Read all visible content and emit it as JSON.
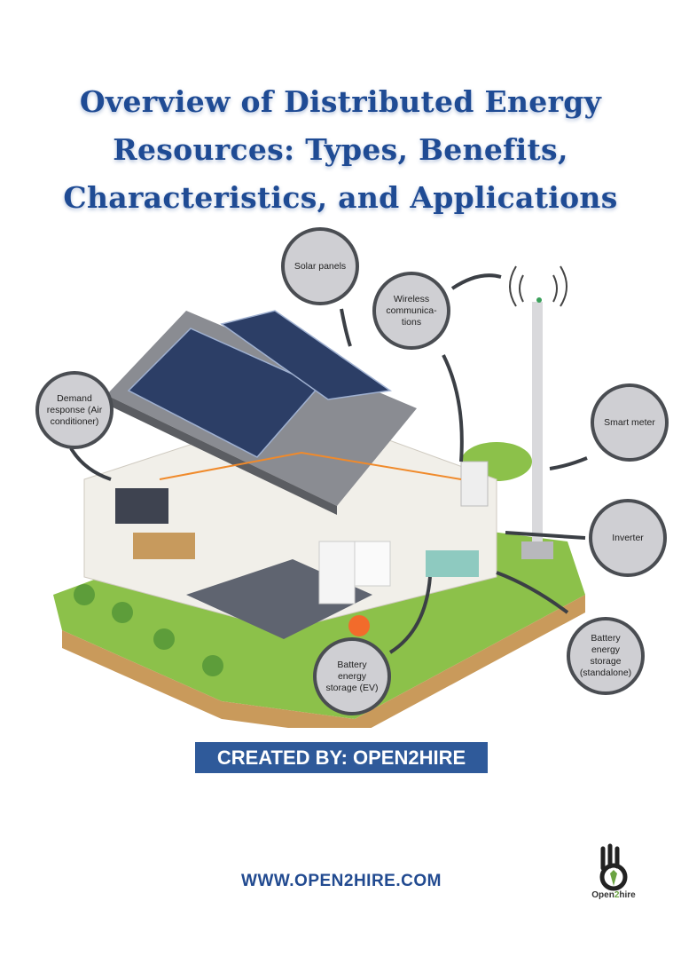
{
  "title": {
    "line1": "Overview of Distributed Energy",
    "line2": "Resources: Types, Benefits,",
    "line3": "Characteristics, and Applications"
  },
  "labels": {
    "solar_panels": "Solar panels",
    "wireless": "Wireless communica-tions",
    "demand_response": "Demand response (Air conditioner)",
    "smart_meter": "Smart meter",
    "inverter": "Inverter",
    "battery_standalone": "Battery energy storage (standalone)",
    "battery_ev": "Battery energy storage (EV)"
  },
  "banner": "CREATED BY: OPEN2HIRE",
  "url": "WWW.OPEN2HIRE.COM",
  "logo": {
    "part1": "Open",
    "part2": "2",
    "part3": "hire"
  },
  "colors": {
    "title": "#1f4b94",
    "banner": "#2f5a9a",
    "grass": "#8cc14a",
    "bubble": "#cfcfd3"
  }
}
